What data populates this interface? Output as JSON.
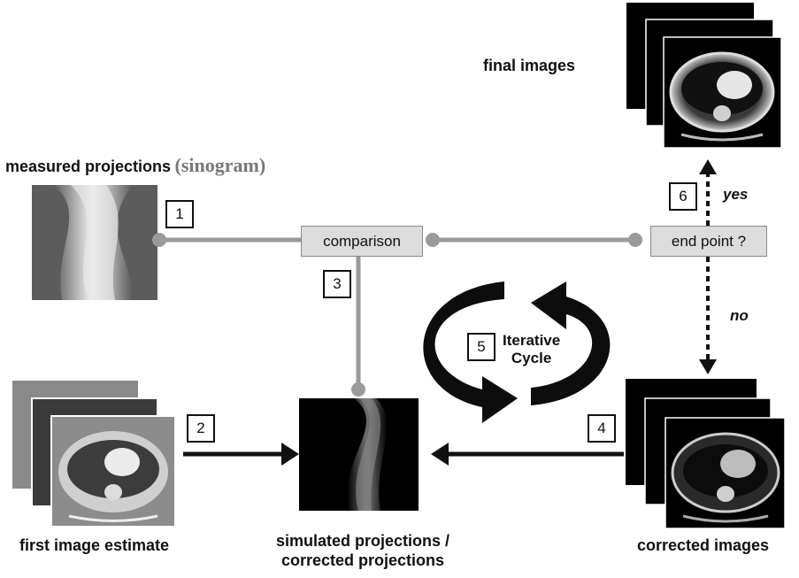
{
  "labels": {
    "final_images": "final images",
    "measured_projections": "measured projections",
    "sinogram_note": "(sinogram)",
    "comparison": "comparison",
    "end_point": "end point ?",
    "iterative_cycle_line1": "Iterative",
    "iterative_cycle_line2": "Cycle",
    "yes": "yes",
    "no": "no",
    "first_image_estimate": "first image estimate",
    "simulated_projections_line1": "simulated projections /",
    "simulated_projections_line2": "corrected projections",
    "corrected_images": "corrected images"
  },
  "steps": [
    "1",
    "2",
    "3",
    "4",
    "5",
    "6"
  ],
  "colors": {
    "connector_gray": "#9a9a9a",
    "box_fill": "#dcdcdc",
    "arrow_black": "#111111"
  }
}
